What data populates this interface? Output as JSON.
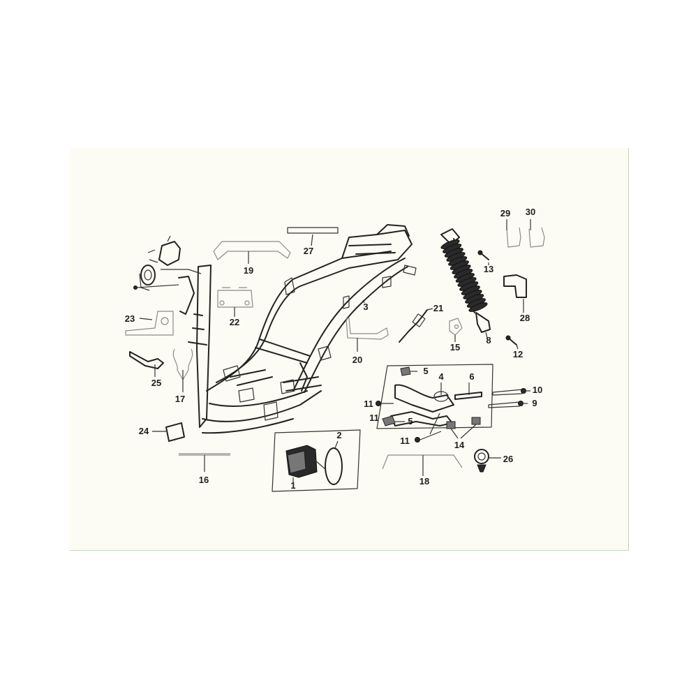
{
  "diagram": {
    "callouts": [
      "1",
      "2",
      "3",
      "4",
      "5",
      "5",
      "6",
      "8",
      "9",
      "10",
      "11",
      "11",
      "11",
      "12",
      "13",
      "14",
      "15",
      "16",
      "17",
      "18",
      "19",
      "20",
      "21",
      "22",
      "23",
      "24",
      "25",
      "26",
      "27",
      "28",
      "29",
      "30"
    ]
  }
}
